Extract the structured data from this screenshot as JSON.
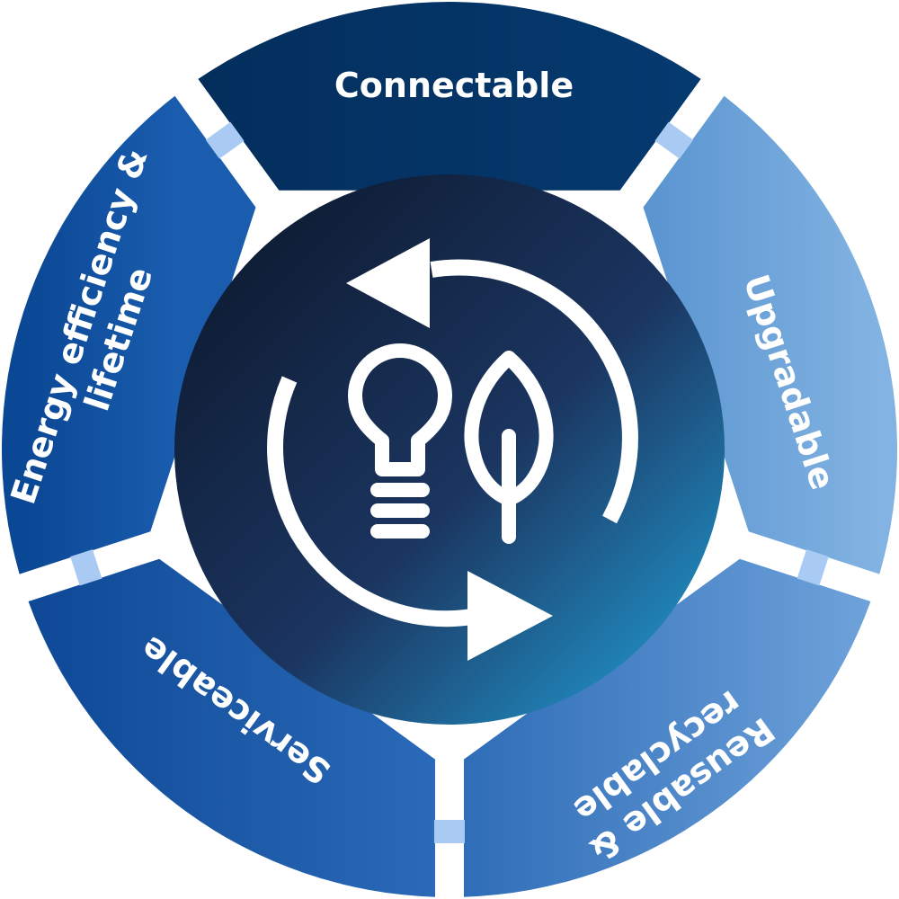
{
  "title": "Circular product design",
  "segments": [
    {
      "id": "connectable",
      "lines": [
        "Connectable"
      ],
      "color_from": "#032e5c",
      "color_to": "#053a70"
    },
    {
      "id": "upgradable",
      "lines": [
        "Upgradable"
      ],
      "color_from": "#5a94d0",
      "color_to": "#82b3e2"
    },
    {
      "id": "reusable",
      "lines": [
        "Reusable &",
        "recyclable"
      ],
      "color_from": "#2f6db8",
      "color_to": "#6ea2da"
    },
    {
      "id": "serviceable",
      "lines": [
        "Serviceable"
      ],
      "color_from": "#0e4896",
      "color_to": "#2a6ab8"
    },
    {
      "id": "energy",
      "lines": [
        "Energy efficiency &",
        "lifetime"
      ],
      "color_from": "#0a4794",
      "color_to": "#1a5cae"
    }
  ],
  "connector_color": "#a9cbf3",
  "center": {
    "icons": [
      "circular-arrows-icon",
      "light-bulb-icon",
      "leaf-icon"
    ],
    "gradient": [
      "#0b1628",
      "#1b3560",
      "#22a6dd"
    ]
  }
}
